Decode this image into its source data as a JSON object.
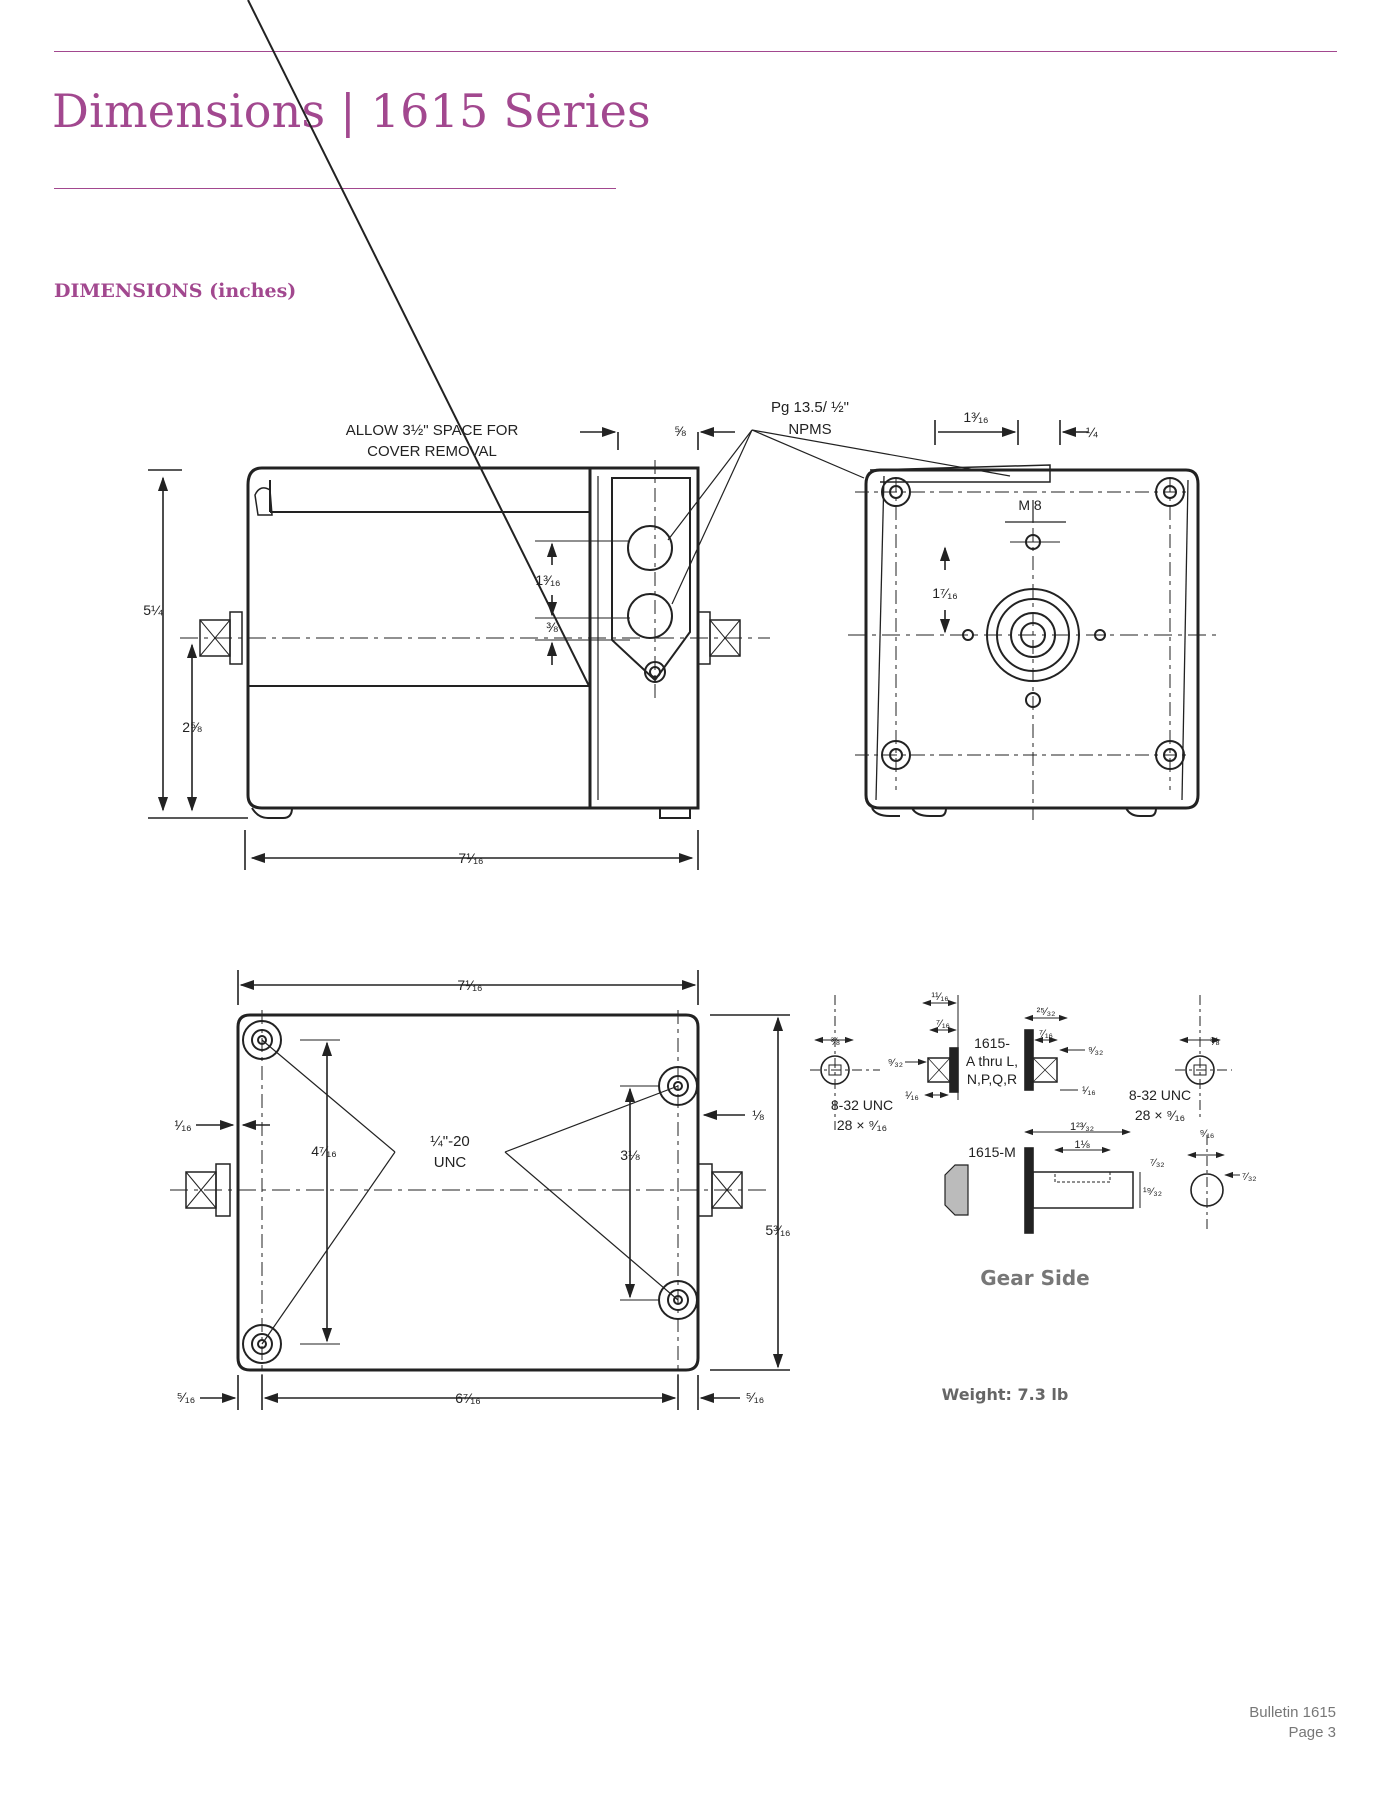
{
  "header": {
    "title": "Dimensions | 1615 Series",
    "section_heading": "DIMENSIONS (inches)"
  },
  "side_view": {
    "cover_note_line1": "ALLOW 3½\" SPACE FOR",
    "cover_note_line2": "COVER REMOVAL",
    "height_total": "5¼",
    "height_axis": "2⅝",
    "length": "7¹⁄₁₆",
    "conduit_offset": "⅝",
    "port_spacing": "1³⁄₁₆",
    "port_offset": "⅜"
  },
  "end_view": {
    "conduit_label_line1": "Pg 13.5/ ½\"",
    "conduit_label_line2": "NPMS",
    "top_width": "1³⁄₁₆",
    "top_edge": "¼",
    "thread": "M 8",
    "height_to_shaft": "1⁷⁄₁₆"
  },
  "bottom_view": {
    "length": "7¹⁄₁₆",
    "left_inset": "¹⁄₁₆",
    "left_hole_spacing": "4⁷⁄₁₆",
    "thread_line1": "¼\"-20",
    "thread_line2": "UNC",
    "right_hole_spacing": "3⅛",
    "right_inset": "⅛",
    "width": "5³⁄₁₆",
    "bottom_left_offset": "⁵⁄₁₆",
    "bottom_span": "6⁷⁄₁₆",
    "bottom_right_offset": "⁵⁄₁₆"
  },
  "gear_side": {
    "title": "Gear Side",
    "d_3_8_left": "⅜",
    "d_9_32_left": "⁹⁄₃₂",
    "d_11_16": "¹¹⁄₁₆",
    "d_7_16_left": "⁷⁄₁₆",
    "d_1_16_left": "¹⁄₁₆",
    "thread_left_line1": "8-32 UNC",
    "thread_left_line2": "28 × ⁹⁄₁₆",
    "model_a_line1": "1615-",
    "model_a_line2": "A thru L,",
    "model_a_line3": "N,P,Q,R",
    "d_25_32": "²⁵⁄₃₂",
    "d_7_16_right": "⁷⁄₁₆",
    "d_9_32_right": "⁹⁄₃₂",
    "d_1_16_right": "¹⁄₁₆",
    "d_3_8_right": "⅜",
    "thread_right_line1": "8-32 UNC",
    "thread_right_line2": "28 × ⁹⁄₁₆",
    "model_m": "1615-M",
    "d_1_23_32": "1²³⁄₃₂",
    "d_1_1_8": "1⅛",
    "d_7_32_a": "⁷⁄₃₂",
    "d_19_32": "¹⁹⁄₃₂",
    "d_9_16": "⁹⁄₁₆",
    "d_7_32_b": "⁷⁄₃₂"
  },
  "weight": "Weight: 7.3 lb",
  "footer": {
    "line1": "Bulletin 1615",
    "line2": "Page 3"
  },
  "colors": {
    "accent": "#a2488f",
    "line": "#222222",
    "muted": "#777777"
  }
}
